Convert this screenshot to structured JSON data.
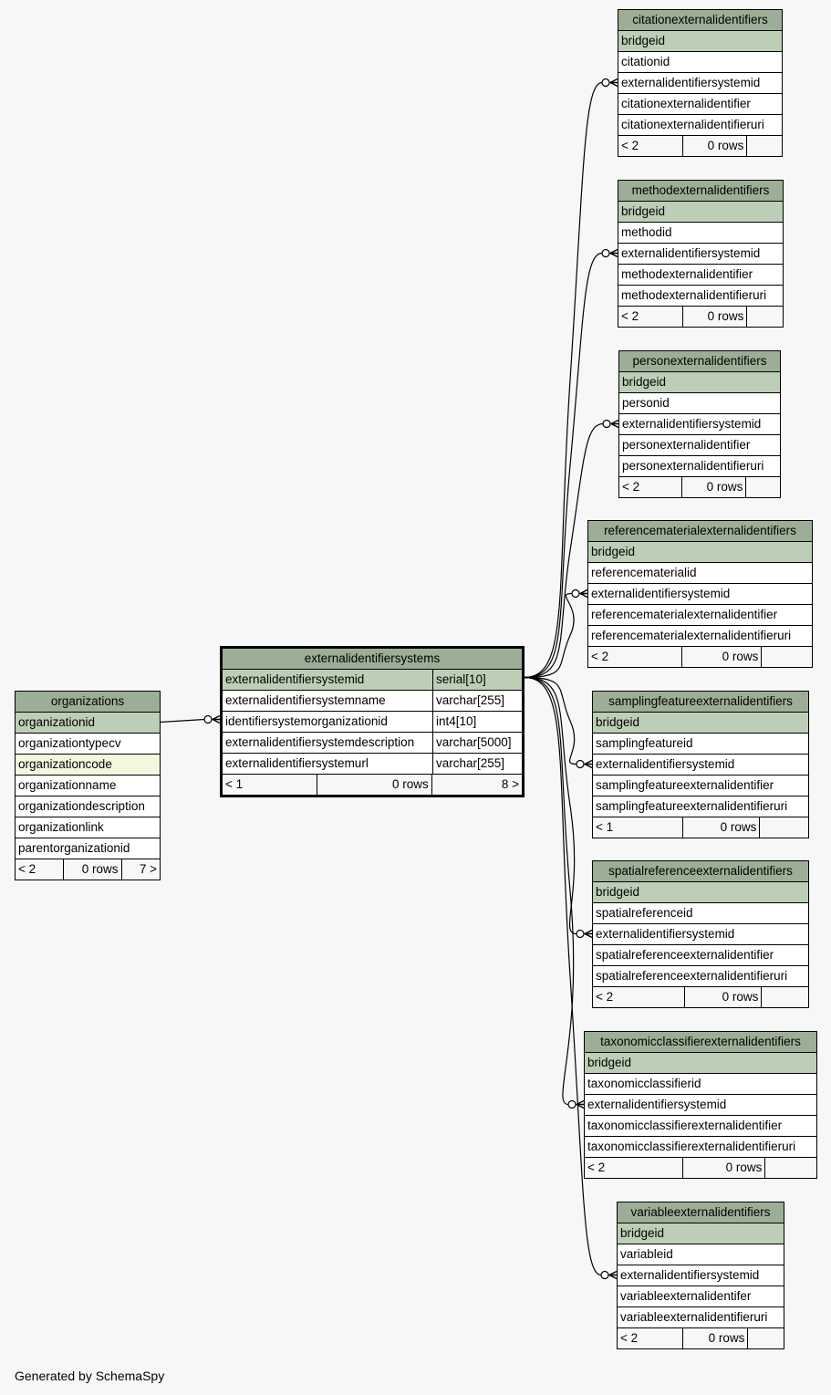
{
  "footer_text": "Generated by SchemaSpy",
  "colors": {
    "header": "#9caf96",
    "primary_key": "#bccfb6",
    "indexed": "#f4f7db",
    "background": "#f7f7f7"
  },
  "tables": [
    {
      "id": "organizations",
      "name": "organizations",
      "columns": [
        {
          "name": "organizationid",
          "key": "pk"
        },
        {
          "name": "organizationtypecv"
        },
        {
          "name": "organizationcode",
          "key": "idx"
        },
        {
          "name": "organizationname"
        },
        {
          "name": "organizationdescription"
        },
        {
          "name": "organizationlink"
        },
        {
          "name": "parentorganizationid"
        }
      ],
      "footer": {
        "parents": "< 2",
        "rows": "0 rows",
        "children": "7 >"
      }
    },
    {
      "id": "externalidentifiersystems",
      "name": "externalidentifiersystems",
      "focus": true,
      "columns": [
        {
          "name": "externalidentifiersystemid",
          "type": "serial[10]",
          "key": "pk"
        },
        {
          "name": "externalidentifiersystemname",
          "type": "varchar[255]"
        },
        {
          "name": "identifiersystemorganizationid",
          "type": "int4[10]"
        },
        {
          "name": "externalidentifiersystemdescription",
          "type": "varchar[5000]"
        },
        {
          "name": "externalidentifiersystemurl",
          "type": "varchar[255]"
        }
      ],
      "footer": {
        "parents": "< 1",
        "rows": "0 rows",
        "children": "8 >"
      }
    },
    {
      "id": "citationexternalidentifiers",
      "name": "citationexternalidentifiers",
      "columns": [
        {
          "name": "bridgeid",
          "key": "pk"
        },
        {
          "name": "citationid"
        },
        {
          "name": "externalidentifiersystemid"
        },
        {
          "name": "citationexternalidentifier"
        },
        {
          "name": "citationexternalidentifieruri"
        }
      ],
      "footer": {
        "parents": "< 2",
        "rows": "0 rows",
        "children": ""
      }
    },
    {
      "id": "methodexternalidentifiers",
      "name": "methodexternalidentifiers",
      "columns": [
        {
          "name": "bridgeid",
          "key": "pk"
        },
        {
          "name": "methodid"
        },
        {
          "name": "externalidentifiersystemid"
        },
        {
          "name": "methodexternalidentifier"
        },
        {
          "name": "methodexternalidentifieruri"
        }
      ],
      "footer": {
        "parents": "< 2",
        "rows": "0 rows",
        "children": ""
      }
    },
    {
      "id": "personexternalidentifiers",
      "name": "personexternalidentifiers",
      "columns": [
        {
          "name": "bridgeid",
          "key": "pk"
        },
        {
          "name": "personid"
        },
        {
          "name": "externalidentifiersystemid"
        },
        {
          "name": "personexternalidentifier"
        },
        {
          "name": "personexternalidentifieruri"
        }
      ],
      "footer": {
        "parents": "< 2",
        "rows": "0 rows",
        "children": ""
      }
    },
    {
      "id": "referencematerialexternalidentifiers",
      "name": "referencematerialexternalidentifiers",
      "columns": [
        {
          "name": "bridgeid",
          "key": "pk"
        },
        {
          "name": "referencematerialid"
        },
        {
          "name": "externalidentifiersystemid"
        },
        {
          "name": "referencematerialexternalidentifier"
        },
        {
          "name": "referencematerialexternalidentifieruri"
        }
      ],
      "footer": {
        "parents": "< 2",
        "rows": "0 rows",
        "children": ""
      }
    },
    {
      "id": "samplingfeatureexternalidentifiers",
      "name": "samplingfeatureexternalidentifiers",
      "columns": [
        {
          "name": "bridgeid",
          "key": "pk"
        },
        {
          "name": "samplingfeatureid"
        },
        {
          "name": "externalidentifiersystemid"
        },
        {
          "name": "samplingfeatureexternalidentifier"
        },
        {
          "name": "samplingfeatureexternalidentifieruri"
        }
      ],
      "footer": {
        "parents": "< 1",
        "rows": "0 rows",
        "children": ""
      }
    },
    {
      "id": "spatialreferenceexternalidentifiers",
      "name": "spatialreferenceexternalidentifiers",
      "columns": [
        {
          "name": "bridgeid",
          "key": "pk"
        },
        {
          "name": "spatialreferenceid"
        },
        {
          "name": "externalidentifiersystemid"
        },
        {
          "name": "spatialreferenceexternalidentifier"
        },
        {
          "name": "spatialreferenceexternalidentifieruri"
        }
      ],
      "footer": {
        "parents": "< 2",
        "rows": "0 rows",
        "children": ""
      }
    },
    {
      "id": "taxonomicclassifierexternalidentifiers",
      "name": "taxonomicclassifierexternalidentifiers",
      "columns": [
        {
          "name": "bridgeid",
          "key": "pk"
        },
        {
          "name": "taxonomicclassifierid"
        },
        {
          "name": "externalidentifiersystemid"
        },
        {
          "name": "taxonomicclassifierexternalidentifier"
        },
        {
          "name": "taxonomicclassifierexternalidentifieruri"
        }
      ],
      "footer": {
        "parents": "< 2",
        "rows": "0 rows",
        "children": ""
      }
    },
    {
      "id": "variableexternalidentifiers",
      "name": "variableexternalidentifiers",
      "columns": [
        {
          "name": "bridgeid",
          "key": "pk"
        },
        {
          "name": "variableid"
        },
        {
          "name": "externalidentifiersystemid"
        },
        {
          "name": "variableexternalidentifer"
        },
        {
          "name": "variableexternalidentifieruri"
        }
      ],
      "footer": {
        "parents": "< 2",
        "rows": "0 rows",
        "children": ""
      }
    }
  ],
  "relationships": [
    {
      "from_table": "organizations",
      "from_column": "organizationid",
      "to_table": "externalidentifiersystems",
      "to_column": "identifiersystemorganizationid"
    },
    {
      "from_table": "externalidentifiersystems",
      "from_column": "externalidentifiersystemid",
      "to_table": "citationexternalidentifiers",
      "to_column": "externalidentifiersystemid"
    },
    {
      "from_table": "externalidentifiersystems",
      "from_column": "externalidentifiersystemid",
      "to_table": "methodexternalidentifiers",
      "to_column": "externalidentifiersystemid"
    },
    {
      "from_table": "externalidentifiersystems",
      "from_column": "externalidentifiersystemid",
      "to_table": "personexternalidentifiers",
      "to_column": "externalidentifiersystemid"
    },
    {
      "from_table": "externalidentifiersystems",
      "from_column": "externalidentifiersystemid",
      "to_table": "referencematerialexternalidentifiers",
      "to_column": "externalidentifiersystemid"
    },
    {
      "from_table": "externalidentifiersystems",
      "from_column": "externalidentifiersystemid",
      "to_table": "samplingfeatureexternalidentifiers",
      "to_column": "externalidentifiersystemid"
    },
    {
      "from_table": "externalidentifiersystems",
      "from_column": "externalidentifiersystemid",
      "to_table": "spatialreferenceexternalidentifiers",
      "to_column": "externalidentifiersystemid"
    },
    {
      "from_table": "externalidentifiersystems",
      "from_column": "externalidentifiersystemid",
      "to_table": "taxonomicclassifierexternalidentifiers",
      "to_column": "externalidentifiersystemid"
    },
    {
      "from_table": "externalidentifiersystems",
      "from_column": "externalidentifiersystemid",
      "to_table": "variableexternalidentifiers",
      "to_column": "externalidentifiersystemid"
    }
  ]
}
